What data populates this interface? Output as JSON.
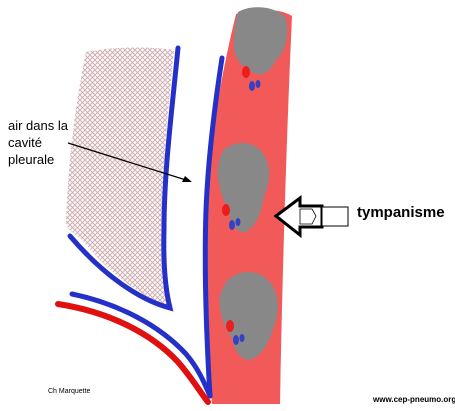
{
  "labels": {
    "air_line1": "air dans la",
    "air_line2": "cavité",
    "air_line3": "pleurale",
    "tympanisme": "tympanisme",
    "author": "Ch Marquette",
    "website": "www.cep-pneumo.org"
  },
  "colors": {
    "chest_wall": "#f25a5a",
    "bone": "#888888",
    "pleura": "#2430c8",
    "lung_fill": "#c9a7ab",
    "vessel_red": "#ee1c1c",
    "vessel_blue": "#3640c0",
    "skin_red": "#e01010"
  }
}
